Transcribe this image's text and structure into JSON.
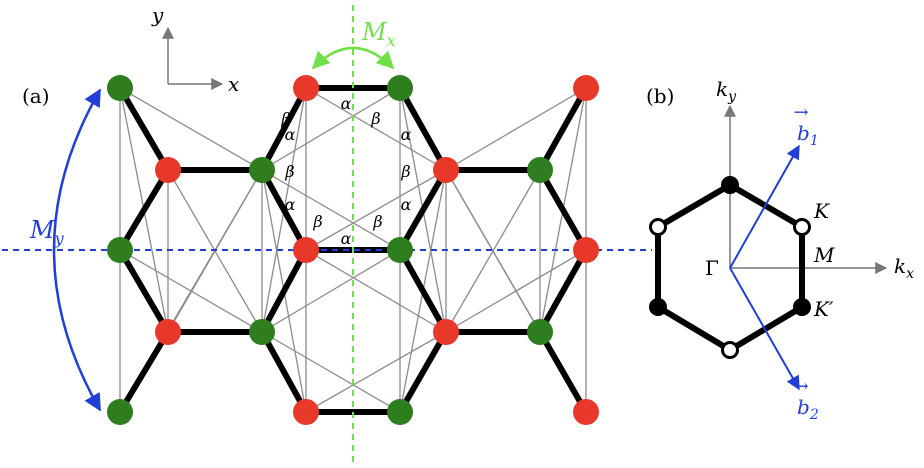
{
  "panel_a": {
    "label": "(a)",
    "axis_y": "y",
    "axis_x": "x",
    "mirror_x": {
      "letter": "M",
      "sub": "x"
    },
    "mirror_y": {
      "letter": "M",
      "sub": "y"
    },
    "bond_alpha": "α",
    "bond_beta": "β"
  },
  "panel_b": {
    "label": "(b)",
    "kx": {
      "letter": "k",
      "sub": "x"
    },
    "ky": {
      "letter": "k",
      "sub": "y"
    },
    "b1": {
      "letter": "b",
      "sub": "1"
    },
    "b2": {
      "letter": "b",
      "sub": "2"
    },
    "arrow": "→",
    "gamma": "Γ",
    "K": "K",
    "Kp": "K′",
    "M": "M"
  },
  "colors": {
    "red_site": "#e8382a",
    "green_site": "#2e7d1f",
    "bond": "#000000",
    "thin_bond": "#8c8c8c",
    "mirror_x": "#6fe04a",
    "mirror_y": "#1f3fd6",
    "reciprocal": "#1f3fd6",
    "axes": "#777777"
  }
}
